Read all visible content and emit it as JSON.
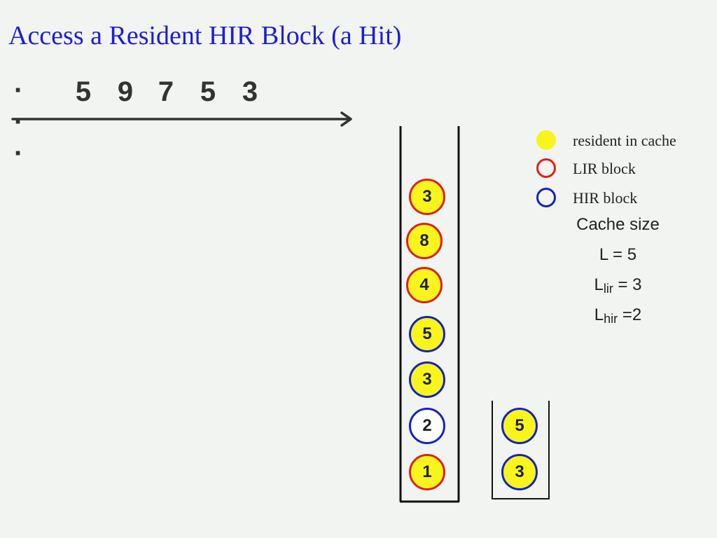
{
  "title": "Access a Resident HIR Block (a Hit)",
  "sequence": {
    "ellipsis": "· · ·",
    "items": [
      "5",
      "9",
      "7",
      "5",
      "3"
    ]
  },
  "stack_s": [
    {
      "label": "3",
      "type": "LIR",
      "resident": true
    },
    {
      "label": "8",
      "type": "LIR",
      "resident": true
    },
    {
      "label": "4",
      "type": "LIR",
      "resident": true
    },
    {
      "label": "5",
      "type": "HIR",
      "resident": true
    },
    {
      "label": "3",
      "type": "HIR",
      "resident": true
    },
    {
      "label": "2",
      "type": "HIR",
      "resident": false
    },
    {
      "label": "1",
      "type": "LIR",
      "resident": true
    }
  ],
  "stack_q": [
    {
      "label": "5",
      "type": "HIR",
      "resident": true
    },
    {
      "label": "3",
      "type": "HIR",
      "resident": true
    }
  ],
  "legend": {
    "resident": "resident in cache",
    "lir": "LIR block",
    "hir": "HIR block"
  },
  "params": {
    "cache_size_label": "Cache size",
    "l_total": "L = 5",
    "l_lir_base": "L",
    "l_lir_sub": "lir",
    "l_lir_value": " = 3",
    "l_hir_base": "L",
    "l_hir_sub": "hir",
    "l_hir_value": " =2"
  },
  "colors": {
    "title": "#1d1ddb",
    "resident_fill": "#f8f51c",
    "lir_border": "#e0201a",
    "hir_border": "#1521c8",
    "background": "#f2f4f2"
  }
}
